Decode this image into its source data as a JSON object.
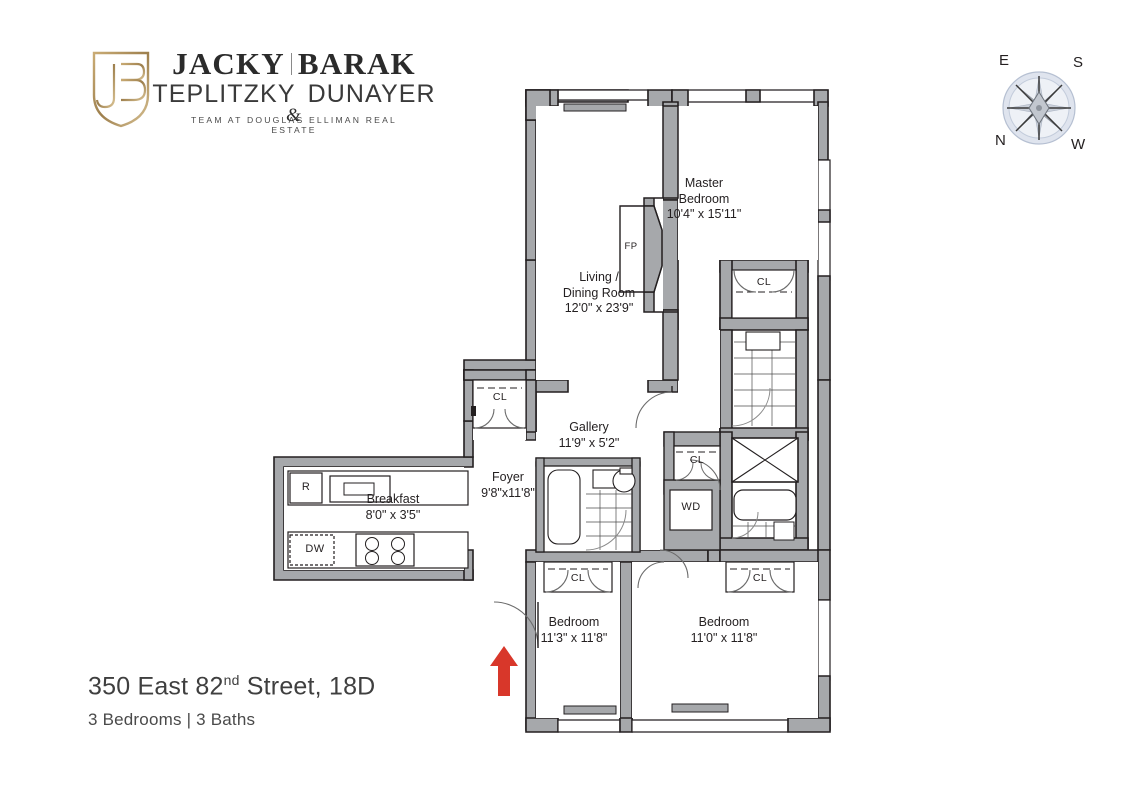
{
  "brand": {
    "line1_left": "JACKY",
    "line1_right": "BARAK",
    "line2_left": "TEPLITZKY",
    "line2_right": "DUNAYER",
    "ampersand": "&",
    "tagline": "TEAM AT DOUGLAS ELLIMAN REAL ESTATE",
    "logo_icon": "jb-monogram-icon",
    "gold": "#b99b63",
    "ink": "#2b2b2b"
  },
  "compass": {
    "icon": "compass-rose-icon",
    "north": "N",
    "south": "S",
    "east": "E",
    "west": "W"
  },
  "address": {
    "street_main": "350 East 82",
    "ordinal": "nd",
    "street_rest": " Street, 18D",
    "summary": "3 Bedrooms | 3 Baths"
  },
  "floorplan": {
    "entry_arrow_color": "#d8372a",
    "wall_fill": "#a6a8ab",
    "wall_stroke": "#231f20",
    "rooms": [
      {
        "id": "master-bedroom",
        "name": "Master\nBedroom",
        "line1": "Master",
        "line2": "Bedroom",
        "dims": "10'4\" x 15'11\""
      },
      {
        "id": "living-dining-room",
        "line1": "Living /",
        "line2": "Dining Room",
        "dims": "12'0\" x 23'9\""
      },
      {
        "id": "gallery",
        "line1": "Gallery",
        "line2": "",
        "dims": "11'9\" x 5'2\""
      },
      {
        "id": "foyer",
        "line1": "Foyer",
        "line2": "",
        "dims": "9'8\"x11'8\""
      },
      {
        "id": "breakfast",
        "line1": "Breakfast",
        "line2": "",
        "dims": "8'0\" x 3'5\""
      },
      {
        "id": "bedroom-2",
        "line1": "Bedroom",
        "line2": "",
        "dims": "11'3\" x 11'8\""
      },
      {
        "id": "bedroom-3",
        "line1": "Bedroom",
        "line2": "",
        "dims": "11'0\" x 11'8\""
      }
    ],
    "tags": {
      "fireplace": "FP",
      "washer_dryer": "WD",
      "refrigerator": "R",
      "dishwasher": "DW",
      "closet": "CL"
    }
  }
}
